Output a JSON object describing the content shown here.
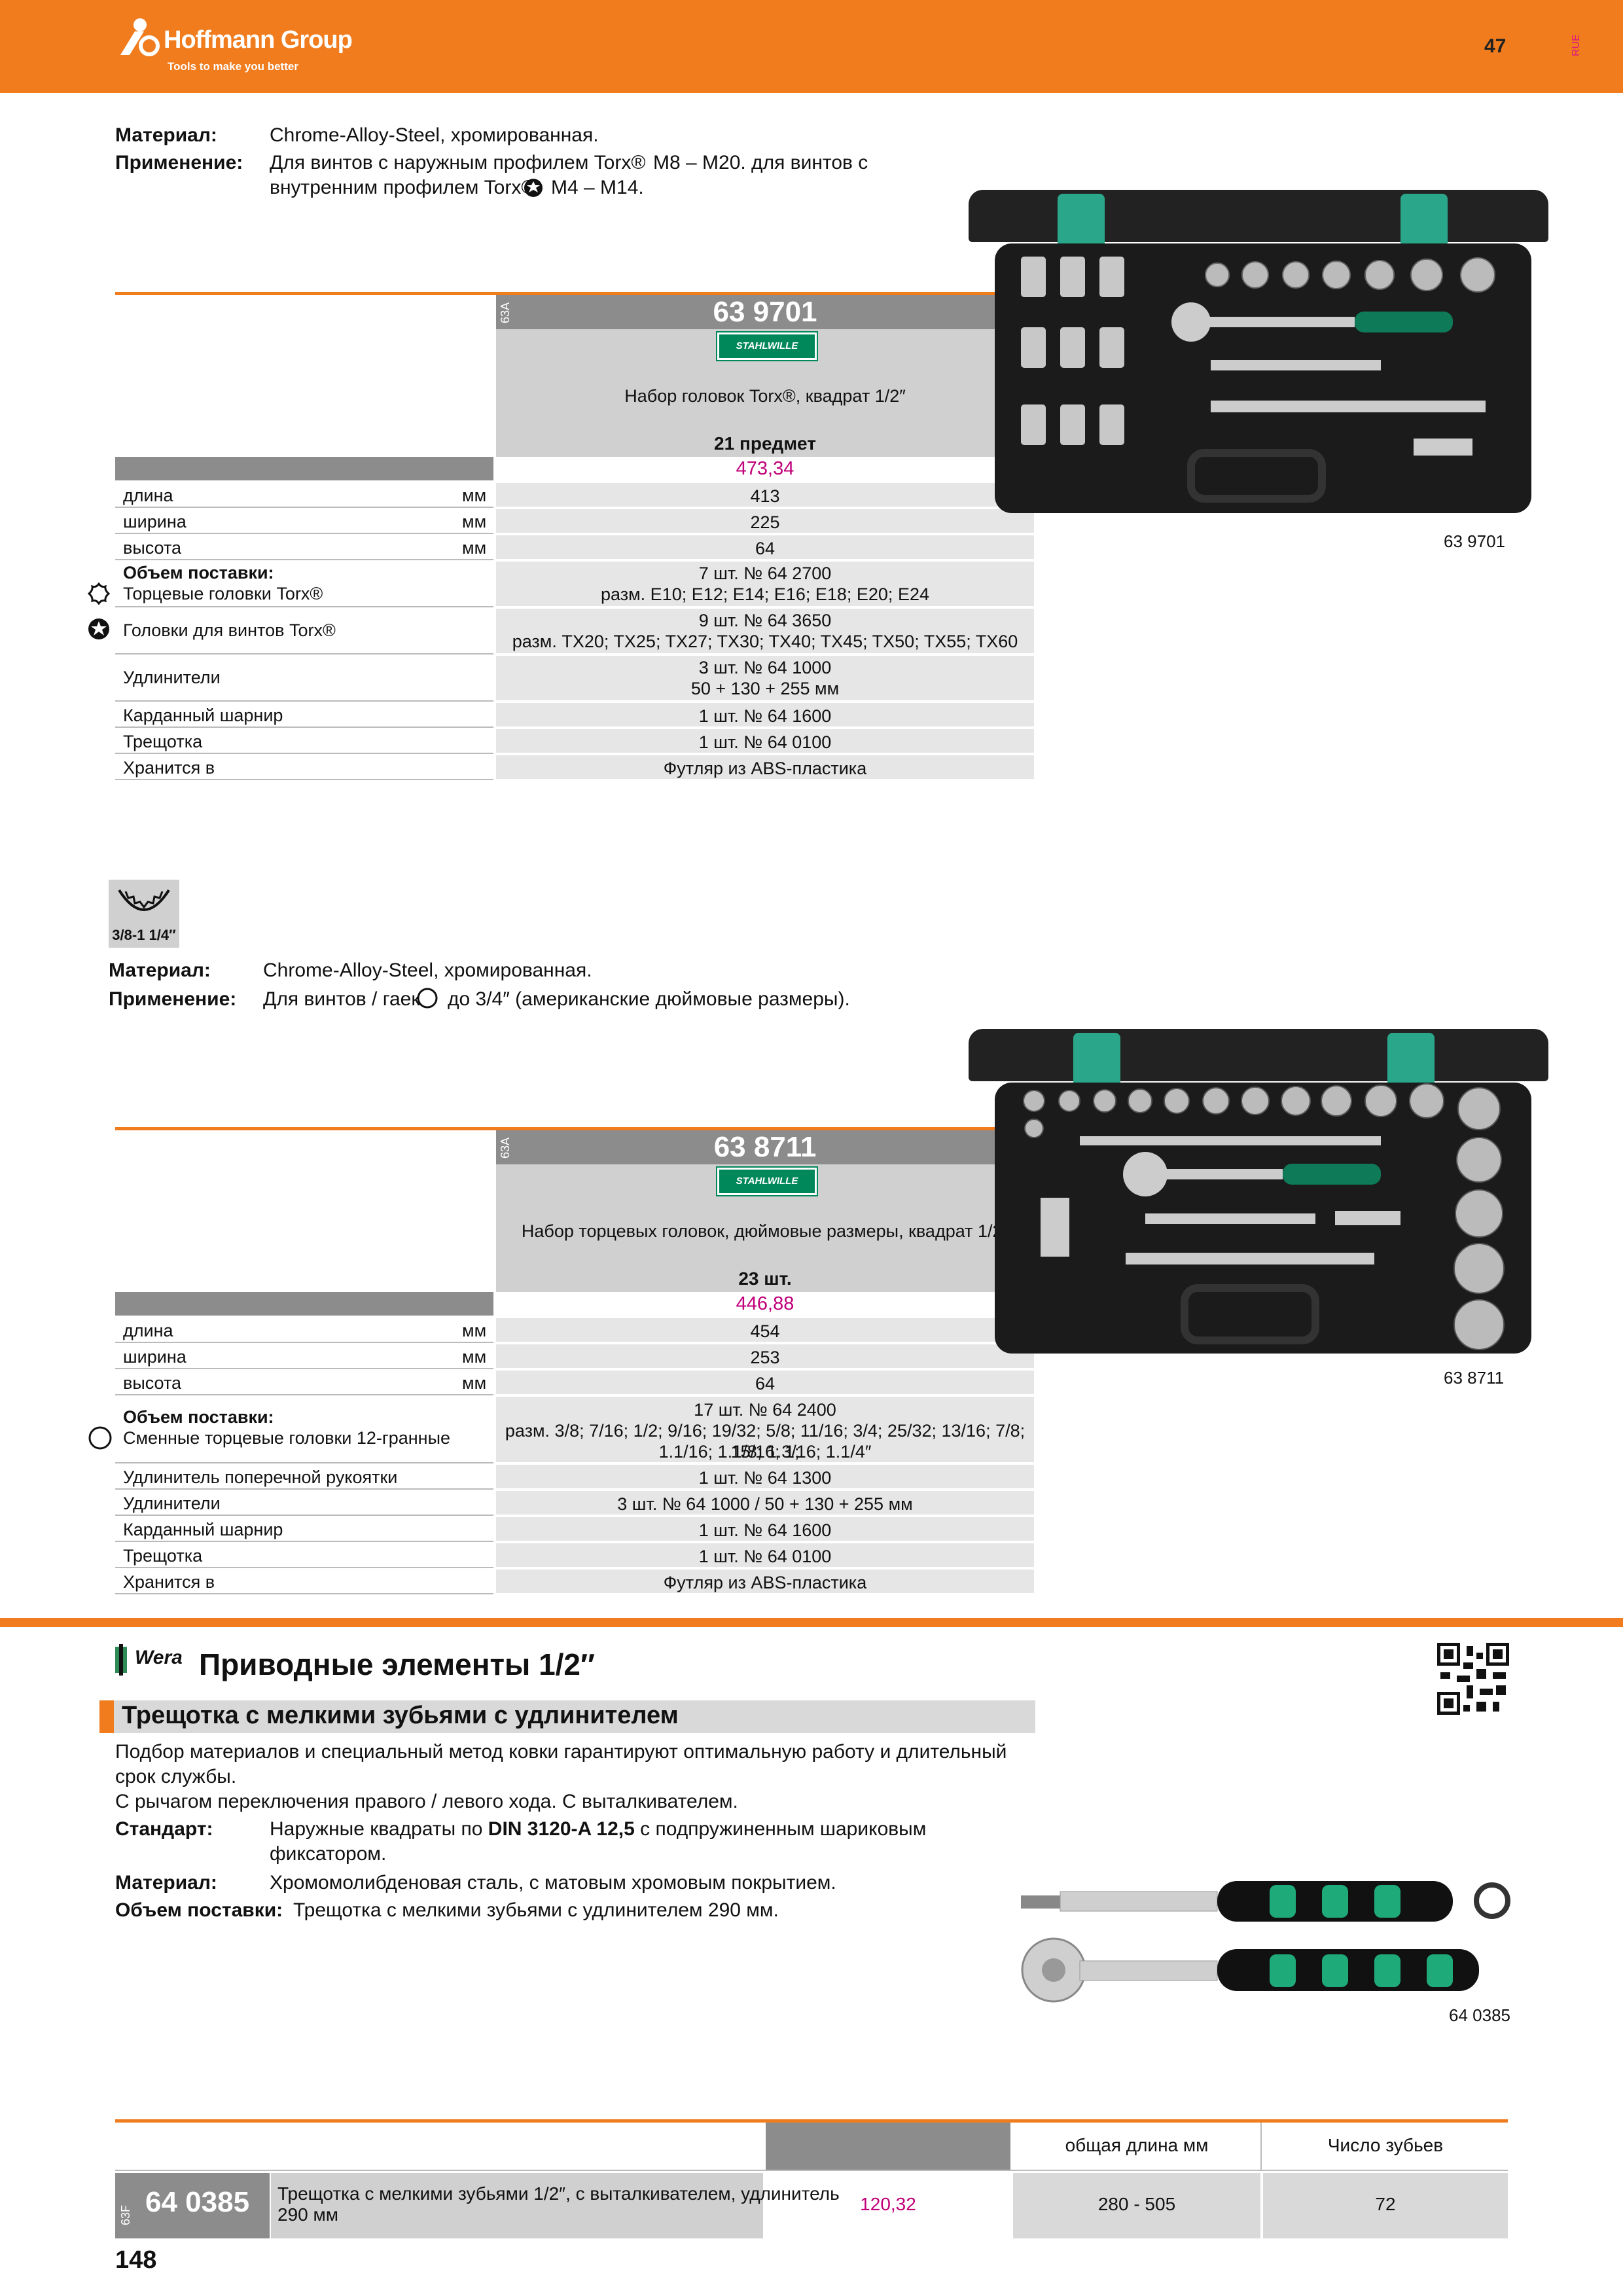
{
  "header": {
    "brand": "Hoffmann Group",
    "tagline": "Tools to make you better",
    "page_top": "47",
    "lang": "RUE"
  },
  "section1": {
    "material_label": "Материал:",
    "material_value": "Chrome-Alloy-Steel, хромированная.",
    "use_label": "Применение:",
    "use_line1": "Для винтов с наружным профилем Torx®",
    "use_line1b": "M8 – M20. для винтов с",
    "use_line2": "внутренним профилем Torx®",
    "use_line2b": "M4 – M14.",
    "table": {
      "side_code": "63A",
      "number": "63 9701",
      "brand": "STAHLWILLE",
      "description": "Набор головок Torx®, квадрат 1/2″",
      "count": "21 предмет",
      "price": "473,34",
      "rows": [
        {
          "name": "длина",
          "unit": "мм",
          "value": "413"
        },
        {
          "name": "ширина",
          "unit": "мм",
          "value": "225"
        },
        {
          "name": "высота",
          "unit": "мм",
          "value": "64"
        }
      ],
      "scope_label": "Объем поставки:",
      "scope_rows": [
        {
          "name": "Торцевые головки Torx®",
          "value1": "7 шт. № 64 2700",
          "value2": "разм. E10; E12; E14; E16; E18; E20; E24"
        },
        {
          "name": "Головки для винтов Torx®",
          "value1": "9 шт. № 64 3650",
          "value2": "разм. TX20; TX25; TX27; TX30; TX40; TX45; TX50; TX55; TX60"
        },
        {
          "name": "Удлинители",
          "value1": "3 шт. № 64 1000",
          "value2": "50 + 130 + 255 мм"
        },
        {
          "name": "Карданный шарнир",
          "value1": "1 шт. № 64 1600"
        },
        {
          "name": "Трещотка",
          "value1": "1 шт. № 64 0100"
        },
        {
          "name": "Хранится в",
          "value1": "Футляр из ABS-пластика"
        }
      ]
    },
    "image_caption": "63 9701"
  },
  "section2": {
    "icon_label": "3/8-1 1/4″",
    "material_label": "Материал:",
    "material_value": "Chrome-Alloy-Steel, хромированная.",
    "use_label": "Применение:",
    "use_value_a": "Для винтов / гаек",
    "use_value_b": "до 3/4″ (американские дюймовые размеры).",
    "table": {
      "side_code": "63A",
      "number": "63 8711",
      "brand": "STAHLWILLE",
      "description": "Набор торцевых головок, дюймовые размеры, квадрат 1/2″",
      "count": "23 шт.",
      "price": "446,88",
      "rows": [
        {
          "name": "длина",
          "unit": "мм",
          "value": "454"
        },
        {
          "name": "ширина",
          "unit": "мм",
          "value": "253"
        },
        {
          "name": "высота",
          "unit": "мм",
          "value": "64"
        }
      ],
      "scope_label": "Объем поставки:",
      "scope_rows": [
        {
          "name": "Сменные торцевые головки 12-гранные",
          "value1": "17 шт. № 64 2400",
          "value2": "разм. 3/8; 7/16; 1/2; 9/16; 19/32; 5/8; 11/16; 3/4; 25/32; 13/16; 7/8; 15/16; 1;",
          "value3": "1.1/16; 1.1/8; 1.3/16; 1.1/4″"
        },
        {
          "name": "Удлинитель поперечной рукоятки",
          "value1": "1 шт. № 64 1300"
        },
        {
          "name": "Удлинители",
          "value1": "3 шт. № 64 1000 / 50 + 130 + 255 мм"
        },
        {
          "name": "Карданный шарнир",
          "value1": "1 шт. № 64 1600"
        },
        {
          "name": "Трещотка",
          "value1": "1 шт. № 64 0100"
        },
        {
          "name": "Хранится в",
          "value1": "Футляр из ABS-пластика"
        }
      ]
    },
    "image_caption": "63 8711"
  },
  "section3": {
    "brand": "Wera",
    "heading": "Приводные элементы 1/2″",
    "subheading": "Трещотка с мелкими зубьями с удлинителем",
    "intro_line1": "Подбор материалов и специальный метод ковки гарантируют оптимальную работу и длительный",
    "intro_line2": "срок службы.",
    "intro_line3": "С рычагом переключения правого / левого хода. С выталкивателем.",
    "standard_label": "Стандарт:",
    "standard_value_a": "Наружные квадраты по ",
    "standard_value_bold": "DIN 3120-A 12,5",
    "standard_value_b": " с подпружиненным шариковым",
    "standard_value_c": "фиксатором.",
    "material_label": "Материал:",
    "material_value": "Хромомолибденовая сталь, с матовым хромовым покрытием.",
    "scope_label": "Объем поставки:",
    "scope_value": "Трещотка с мелкими зубьями с удлинителем 290 мм.",
    "image_caption": "64 0385",
    "table": {
      "col_length": "общая длина мм",
      "col_teeth": "Число зубьев",
      "side_code": "63F",
      "number": "64 0385",
      "description_line1": "Трещотка с мелкими зубьями 1/2″, с выталкивателем, удлинитель",
      "description_line2": "290 мм",
      "price": "120,32",
      "length": "280 - 505",
      "teeth": "72"
    }
  },
  "footer": {
    "page_number": "148"
  },
  "colors": {
    "brand_orange": "#f07c1e",
    "price_magenta": "#c0007a",
    "stahlwille_green": "#00875a"
  }
}
